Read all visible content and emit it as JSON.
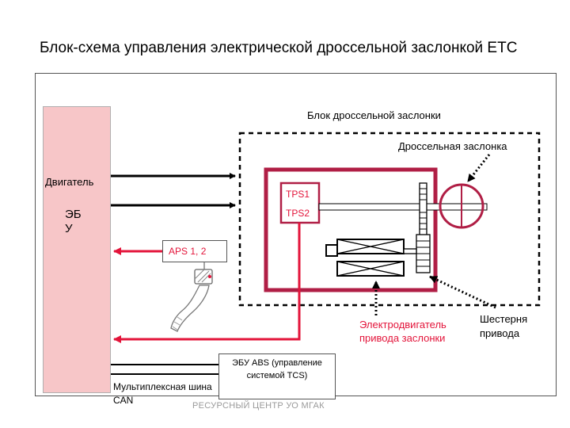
{
  "title": "Блок-схема управления электрической дроссельной заслонкой ETC",
  "labels": {
    "engine": "Двигатель",
    "ecu": "ЭБУ",
    "throttle_block": "Блок дроссельной заслонки",
    "throttle_valve": "Дроссельная заслонка",
    "tps1": "TPS1",
    "tps2": "TPS2",
    "aps": "APS 1, 2",
    "motor": "Электродвигатель привода заслонки",
    "gear": "Шестерня привода",
    "abs_ecu": "ЭБУ ABS (управление системой TCS)",
    "can_bus": "Мультиплексная шина CAN"
  },
  "footer": "РЕСУРСНЫЙ ЦЕНТР УО МГАК",
  "colors": {
    "accent_red": "#e3143a",
    "module_border": "#b01e45",
    "ecu_fill": "#f7c6c8"
  },
  "icons": [
    "accelerator-pedal-icon",
    "gear-rack-icon",
    "throttle-valve-icon",
    "motor-coil-icon"
  ]
}
